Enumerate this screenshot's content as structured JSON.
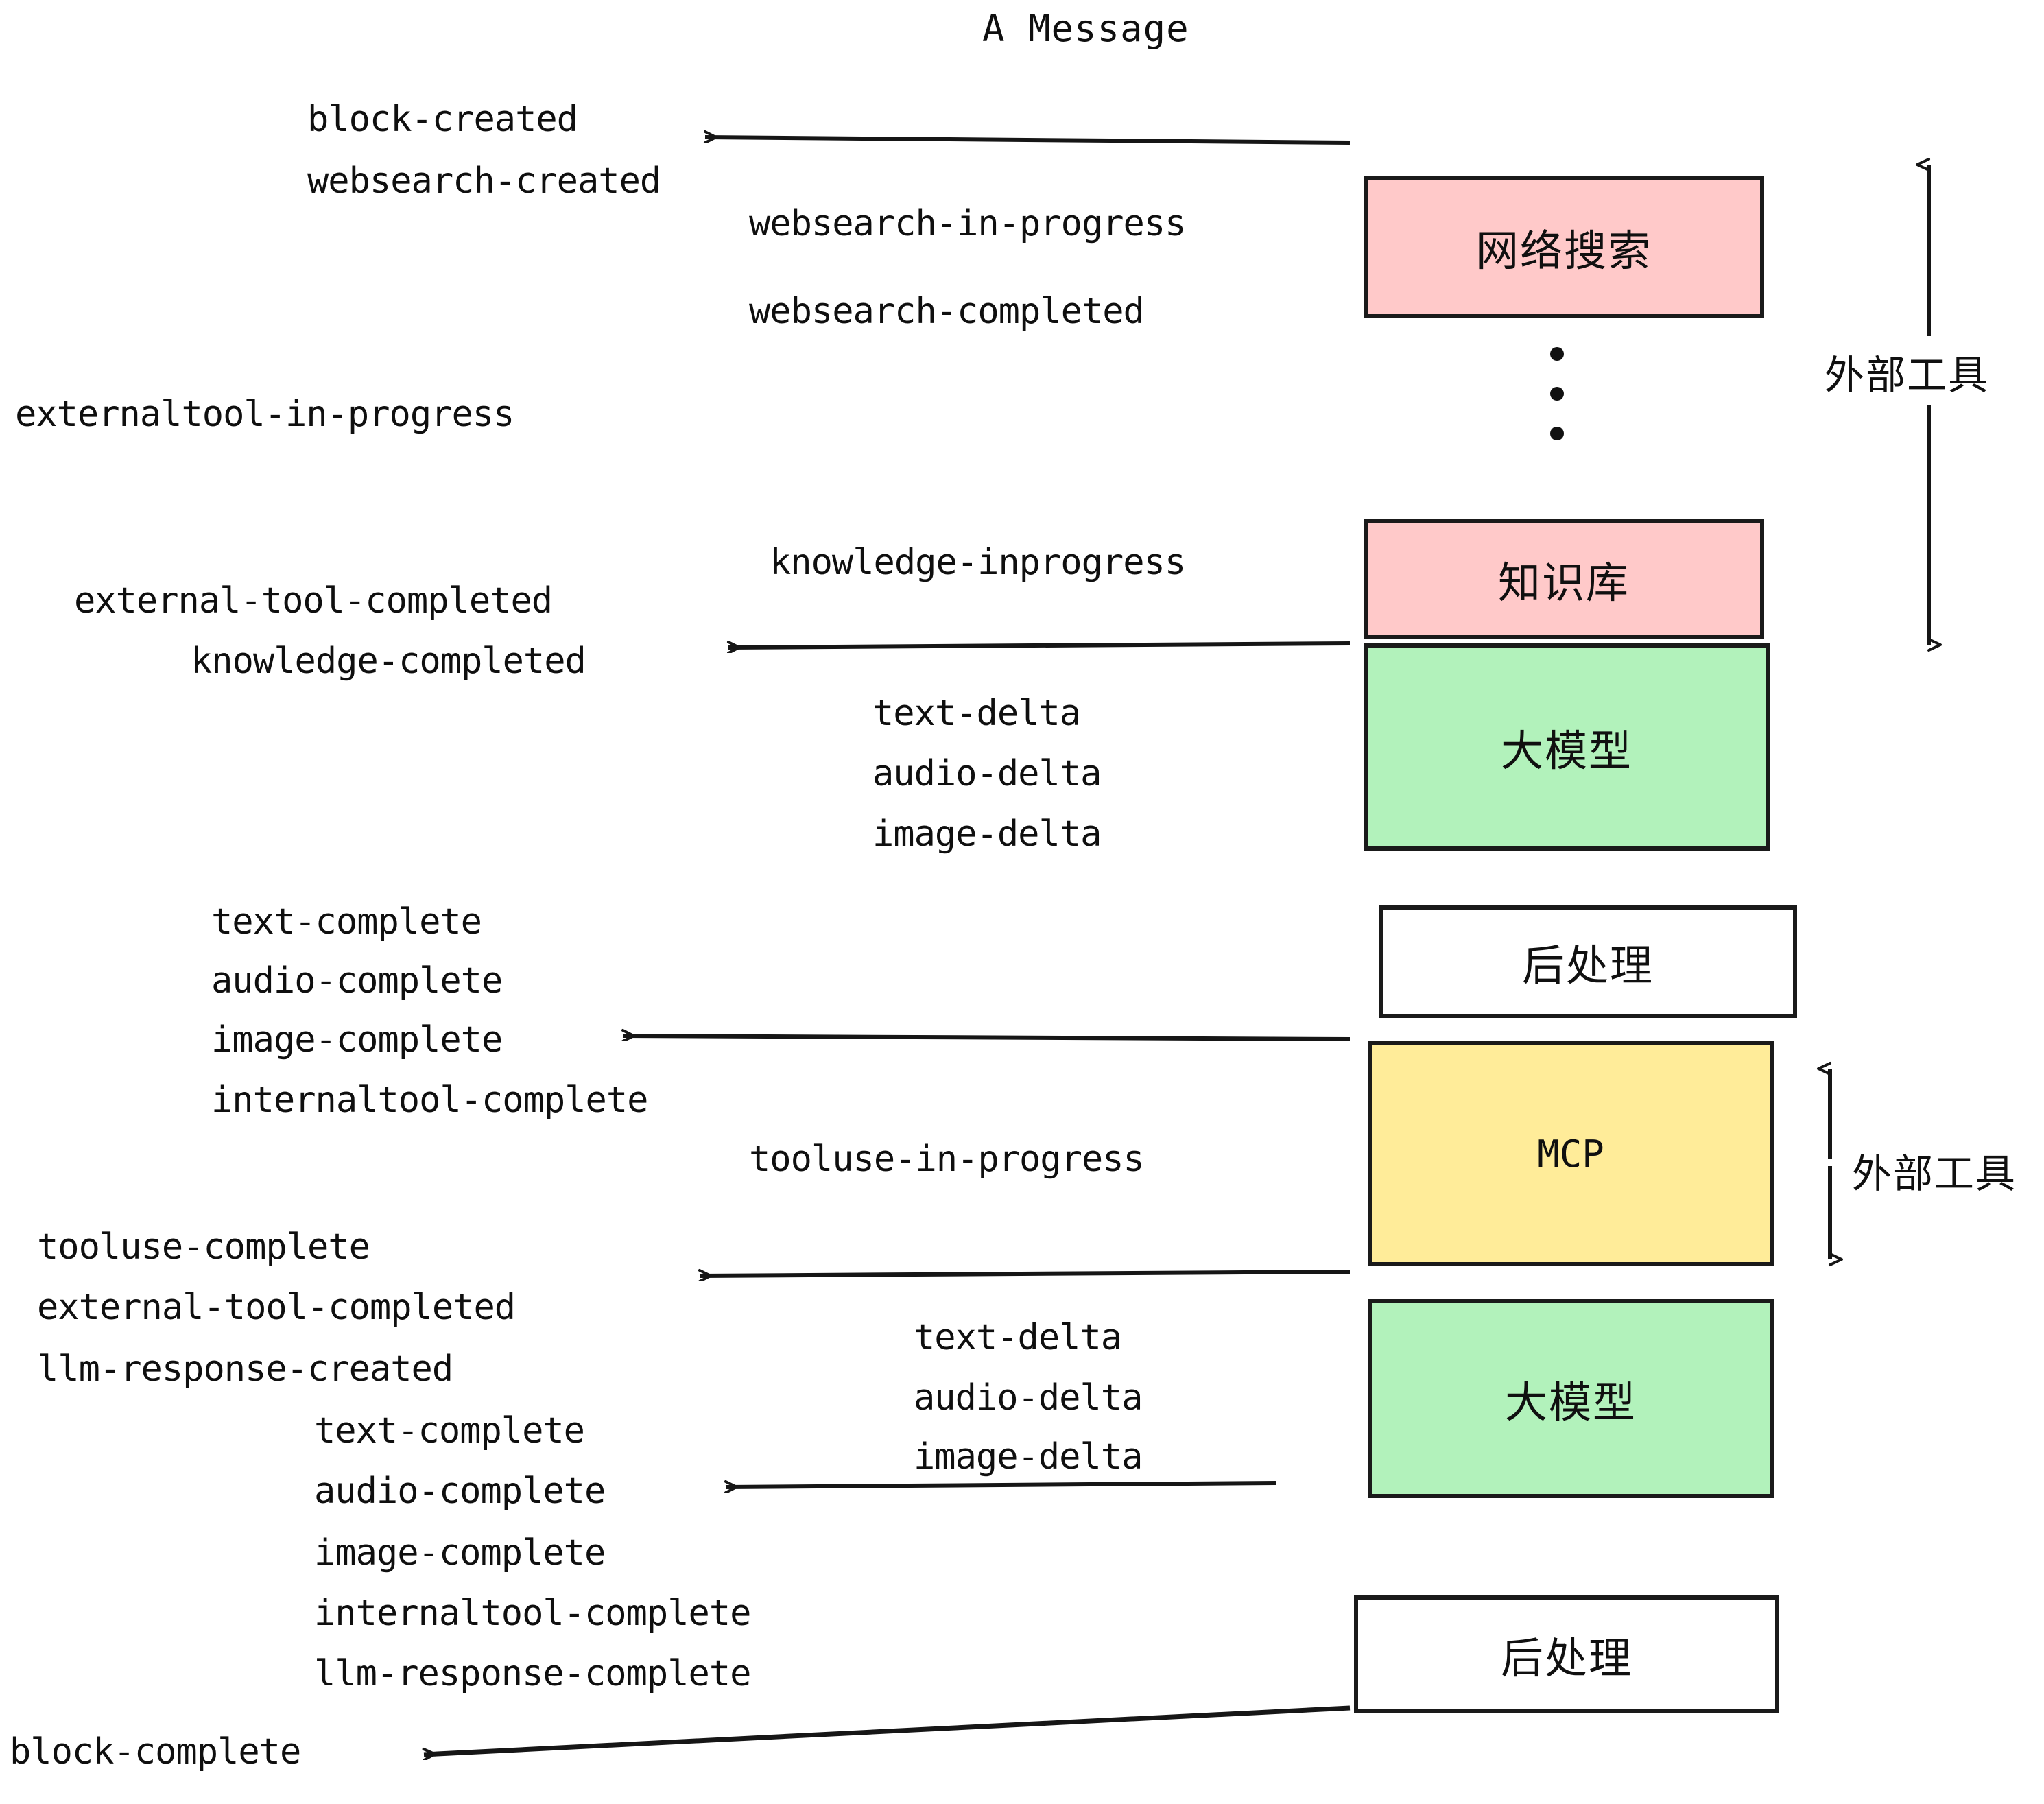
{
  "title": "A Message",
  "colors": {
    "pink": "#ffc9c9",
    "green": "#b2f2bb",
    "yellow": "#ffec99",
    "white": "#ffffff",
    "stroke": "#1a1a1a",
    "text": "#0f0f0f"
  },
  "nodes": {
    "websearch": "网络搜索",
    "knowledge": "知识库",
    "llm_upper": "大模型",
    "postprocess_upper": "后处理",
    "mcp": "MCP",
    "llm_lower": "大模型",
    "postprocess_lower": "后处理"
  },
  "side_labels": {
    "external_tools_upper": "外部工具",
    "external_tools_lower": "外部工具"
  },
  "events": {
    "block_created": "block-created",
    "websearch_created": "websearch-created",
    "websearch_in_progress": "websearch-in-progress",
    "websearch_completed": "websearch-completed",
    "externaltool_in_progress": "externaltool-in-progress",
    "knowledge_inprogress": "knowledge-inprogress",
    "external_tool_completed_1": "external-tool-completed",
    "knowledge_completed": "knowledge-completed",
    "text_delta_1": "text-delta",
    "audio_delta_1": "audio-delta",
    "image_delta_1": "image-delta",
    "text_complete_1": "text-complete",
    "audio_complete_1": "audio-complete",
    "image_complete_1": "image-complete",
    "internaltool_complete_1": "internaltool-complete",
    "tooluse_in_progress": "tooluse-in-progress",
    "tooluse_complete": "tooluse-complete",
    "external_tool_completed_2": "external-tool-completed",
    "llm_response_created": "llm-response-created",
    "text_delta_2": "text-delta",
    "audio_delta_2": "audio-delta",
    "image_delta_2": "image-delta",
    "text_complete_2": "text-complete",
    "audio_complete_2": "audio-complete",
    "image_complete_2": "image-complete",
    "internaltool_complete_2": "internaltool-complete",
    "llm_response_complete": "llm-response-complete",
    "block_complete": "block-complete"
  },
  "chart_data": {
    "type": "diagram",
    "title": "A Message",
    "description": "Streaming event-flow diagram of a single message block, showing emitted SSE-style events on the left/middle and the producing components as stacked boxes on the right.",
    "components": [
      {
        "name": "网络搜索",
        "color": "#ffc9c9",
        "group": "external-tool"
      },
      {
        "name": "知识库",
        "color": "#ffc9c9",
        "group": "external-tool"
      },
      {
        "name": "大模型",
        "color": "#b2f2bb",
        "group": "llm"
      },
      {
        "name": "后处理",
        "color": "#ffffff",
        "group": "postprocess"
      },
      {
        "name": "MCP",
        "color": "#ffec99",
        "group": "external-tool"
      },
      {
        "name": "大模型",
        "color": "#b2f2bb",
        "group": "llm"
      },
      {
        "name": "后处理",
        "color": "#ffffff",
        "group": "postprocess"
      }
    ],
    "arrows": [
      {
        "from": "网络搜索",
        "to": "block-created / websearch-created",
        "direction": "left"
      },
      {
        "from": "知识库",
        "to": "knowledge-completed",
        "direction": "left"
      },
      {
        "from": "后处理",
        "to": "image-complete",
        "direction": "left"
      },
      {
        "from": "MCP",
        "to": "tooluse-complete / external-tool-completed",
        "direction": "left"
      },
      {
        "from": "大模型",
        "to": "audio-complete",
        "direction": "left"
      },
      {
        "from": "后处理",
        "to": "block-complete",
        "direction": "left"
      }
    ],
    "brackets": [
      {
        "label": "外部工具",
        "spans": [
          "网络搜索",
          "知识库"
        ]
      },
      {
        "label": "外部工具",
        "spans": [
          "MCP"
        ]
      }
    ]
  }
}
